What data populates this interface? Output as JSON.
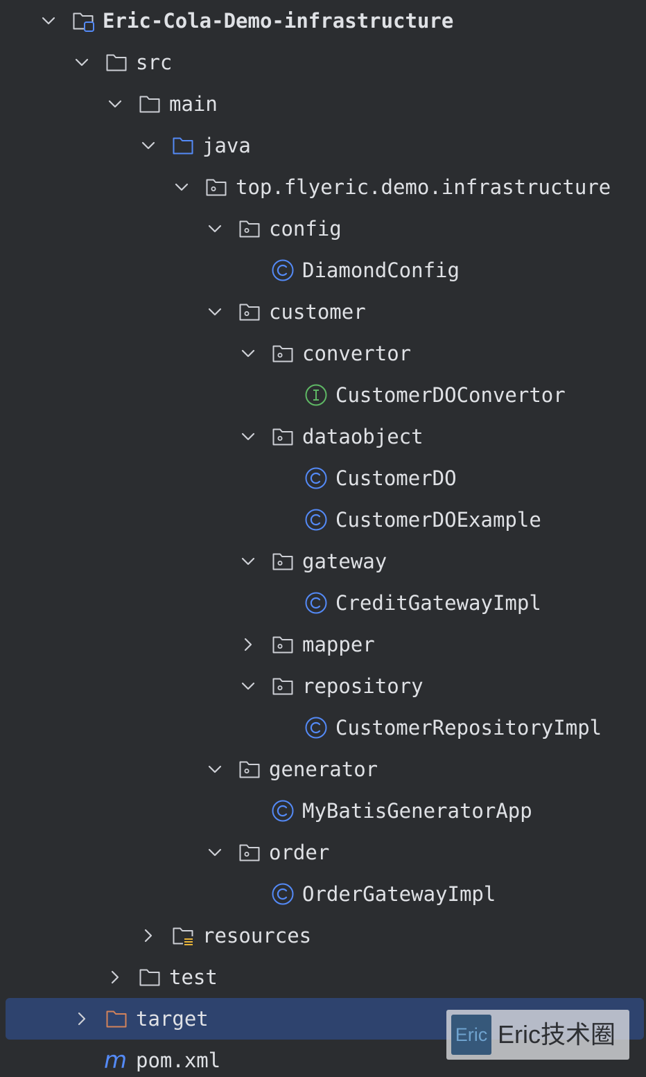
{
  "tree": [
    {
      "label": "Eric-Cola-Demo-infrastructure",
      "icon": "module-folder-icon",
      "state": "expanded",
      "bold": true
    },
    {
      "label": "src",
      "icon": "folder-icon",
      "state": "expanded"
    },
    {
      "label": "main",
      "icon": "folder-icon",
      "state": "expanded"
    },
    {
      "label": "java",
      "icon": "source-root-folder-icon",
      "state": "expanded"
    },
    {
      "label": "top.flyeric.demo.infrastructure",
      "icon": "package-icon",
      "state": "expanded"
    },
    {
      "label": "config",
      "icon": "package-icon",
      "state": "expanded"
    },
    {
      "label": "DiamondConfig",
      "icon": "class-icon",
      "state": "leaf"
    },
    {
      "label": "customer",
      "icon": "package-icon",
      "state": "expanded"
    },
    {
      "label": "convertor",
      "icon": "package-icon",
      "state": "expanded"
    },
    {
      "label": "CustomerDOConvertor",
      "icon": "interface-icon",
      "state": "leaf"
    },
    {
      "label": "dataobject",
      "icon": "package-icon",
      "state": "expanded"
    },
    {
      "label": "CustomerDO",
      "icon": "class-icon",
      "state": "leaf"
    },
    {
      "label": "CustomerDOExample",
      "icon": "class-icon",
      "state": "leaf"
    },
    {
      "label": "gateway",
      "icon": "package-icon",
      "state": "expanded"
    },
    {
      "label": "CreditGatewayImpl",
      "icon": "class-icon",
      "state": "leaf"
    },
    {
      "label": "mapper",
      "icon": "package-icon",
      "state": "collapsed"
    },
    {
      "label": "repository",
      "icon": "package-icon",
      "state": "expanded"
    },
    {
      "label": "CustomerRepositoryImpl",
      "icon": "class-icon",
      "state": "leaf"
    },
    {
      "label": "generator",
      "icon": "package-icon",
      "state": "expanded"
    },
    {
      "label": "MyBatisGeneratorApp",
      "icon": "class-icon",
      "state": "leaf"
    },
    {
      "label": "order",
      "icon": "package-icon",
      "state": "expanded"
    },
    {
      "label": "OrderGatewayImpl",
      "icon": "class-icon",
      "state": "leaf"
    },
    {
      "label": "resources",
      "icon": "resources-folder-icon",
      "state": "collapsed"
    },
    {
      "label": "test",
      "icon": "folder-icon",
      "state": "collapsed"
    },
    {
      "label": "target",
      "icon": "excluded-folder-icon",
      "state": "collapsed",
      "selected": true
    },
    {
      "label": "pom.xml",
      "icon": "maven-icon",
      "state": "leaf"
    }
  ],
  "watermark": {
    "logo_text": "Eric",
    "text": "Eric技术圈"
  },
  "colors": {
    "background": "#2b2d30",
    "selection": "#2e436e",
    "text": "#dfe1e5",
    "class_icon": "#548af7",
    "interface_icon": "#5fb865",
    "source_root": "#548af7",
    "excluded_folder": "#d3835b",
    "resources_marker": "#e8b53a"
  }
}
